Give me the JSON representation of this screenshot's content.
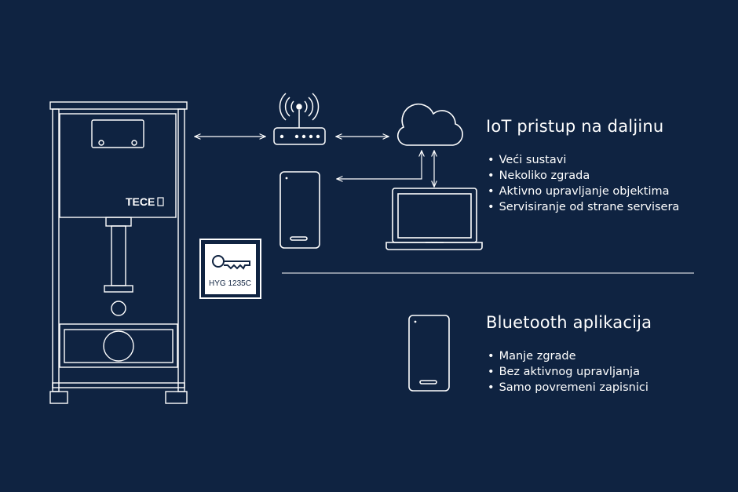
{
  "colors": {
    "background": "#0f2341",
    "line": "#ffffff"
  },
  "frame": {
    "brand": "TECE"
  },
  "key_card": {
    "code": "HYG 1235C"
  },
  "icons": [
    "router-icon",
    "cloud-icon",
    "smartphone-icon",
    "laptop-icon",
    "key-icon",
    "smartphone-icon"
  ],
  "iot": {
    "title": "IoT pristup na daljinu",
    "items": [
      "Veći sustavi",
      "Nekoliko zgrada",
      "Aktivno upravljanje objektima",
      "Servisiranje od strane servisera"
    ]
  },
  "bluetooth": {
    "title": "Bluetooth aplikacija",
    "items": [
      "Manje zgrade",
      "Bez aktivnog upravljanja",
      "Samo povremeni zapisnici"
    ]
  }
}
